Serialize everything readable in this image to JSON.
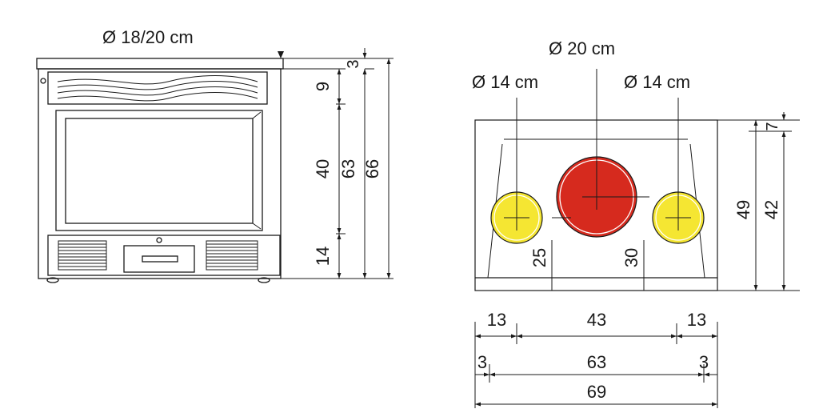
{
  "front_view": {
    "flue_diameter": "Ø 18/20 cm",
    "dims": {
      "top_gap": "3",
      "louver_height": "9",
      "window_height": "40",
      "bottom_height": "14",
      "inner_height": "63",
      "total_height": "66"
    }
  },
  "plan_view": {
    "center_diameter": "Ø 20 cm",
    "left_diameter": "Ø 14 cm",
    "right_diameter": "Ø 14 cm",
    "dims": {
      "left_offset": "25",
      "right_offset": "30",
      "top_offset": "7",
      "depth_outer": "49",
      "depth_inner": "42",
      "side_left": "13",
      "center_span": "43",
      "side_right": "13",
      "edge_left": "3",
      "inner_width": "63",
      "edge_right": "3",
      "total_width": "69"
    },
    "colors": {
      "center_duct": "#d62a1e",
      "side_duct": "#f5e632"
    }
  }
}
